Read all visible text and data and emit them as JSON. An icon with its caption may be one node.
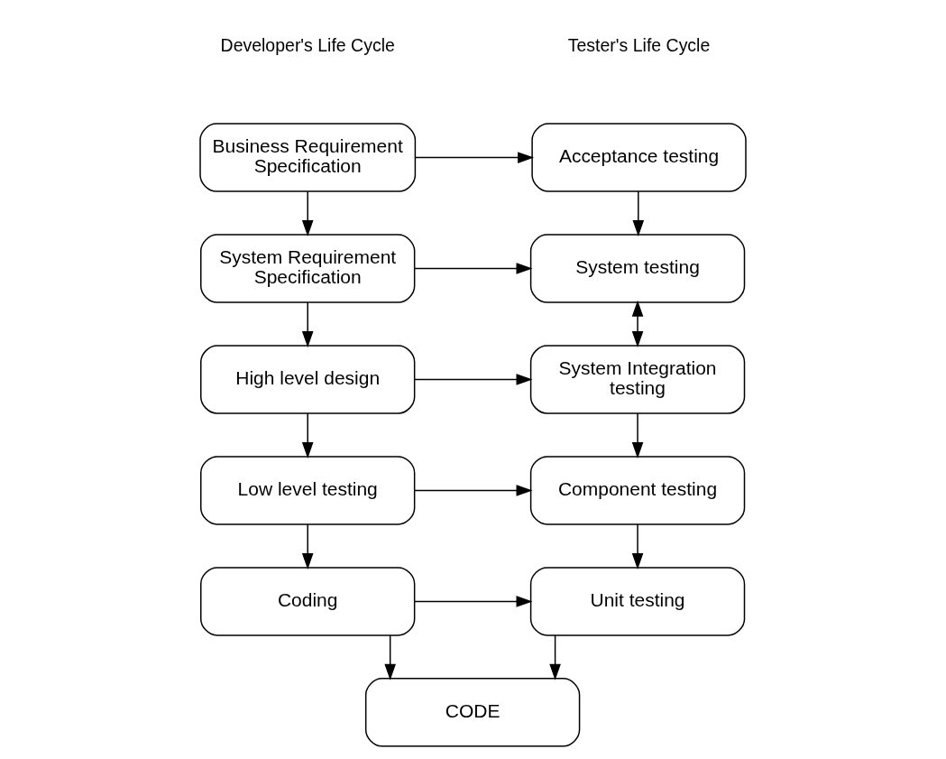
{
  "diagram": {
    "nodes": [
      {
        "text": [
          "Business Requirement Specification"
        ]
      },
      {
        "text": [
          "System Requirement Specification"
        ]
      },
      {
        "text": [
          "High level design"
        ]
      },
      {
        "text": [
          "Low level testing"
        ]
      },
      {
        "text": [
          "Coding"
        ]
      },
      {
        "text": [
          "Acceptance testing"
        ]
      },
      {
        "text": [
          "System testing"
        ]
      },
      {
        "text": [
          "System Integration testing"
        ]
      },
      {
        "text": [
          "Component testing"
        ]
      },
      {
        "text": [
          "Unit testing"
        ]
      },
      {
        "text": [
          "CODE"
        ]
      }
    ],
    "edges": [
      {
        "from": 0,
        "to": 1,
        "arrow": "to"
      },
      {
        "from": 1,
        "to": 2,
        "arrow": "to"
      },
      {
        "from": 2,
        "to": 3,
        "arrow": "to"
      },
      {
        "from": 3,
        "to": 4,
        "arrow": "to"
      },
      {
        "from": 0,
        "to": 5,
        "arrow": "to"
      },
      {
        "from": 1,
        "to": 6,
        "arrow": "to"
      },
      {
        "from": 2,
        "to": 7,
        "arrow": "to"
      },
      {
        "from": 3,
        "to": 8,
        "arrow": "to"
      },
      {
        "from": 4,
        "to": 9,
        "arrow": "to"
      },
      {
        "from": 5,
        "to": 6,
        "arrow": "to"
      },
      {
        "from": 6,
        "to": 7,
        "arrow": "both"
      },
      {
        "from": 7,
        "to": 8,
        "arrow": "to"
      },
      {
        "from": 8,
        "to": 9,
        "arrow": "to"
      },
      {
        "from": 4,
        "to": 10,
        "arrow": "to"
      },
      {
        "from": 9,
        "to": 10,
        "arrow": "to"
      }
    ],
    "labels": [
      "Developer's Life Cycle",
      "Tester's Life Cycle"
    ]
  }
}
